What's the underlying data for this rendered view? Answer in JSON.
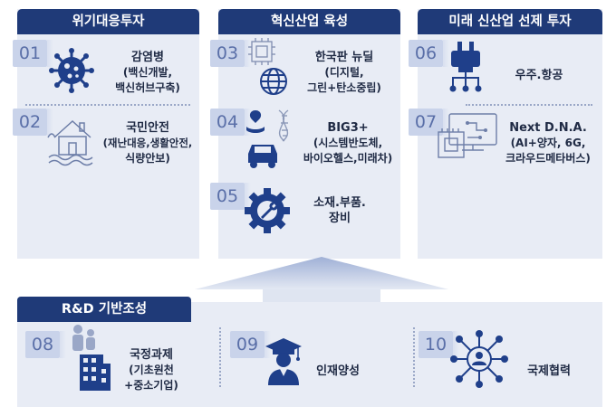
{
  "columns": [
    {
      "title": "위기대응투자",
      "items": [
        {
          "num": "01",
          "icon": "virus-icon",
          "lines": [
            "감염병",
            "(백신개발,",
            "백신허브구축)"
          ]
        },
        {
          "num": "02",
          "icon": "house-flood-icon",
          "lines": [
            "국민안전",
            "(재난대응,생활안전,",
            "식량안보)"
          ]
        }
      ]
    },
    {
      "title": "혁신산업 육성",
      "items": [
        {
          "num": "03",
          "icon": "chip-globe-icon",
          "lines": [
            "한국판 뉴딜",
            "(디지털,",
            "그린+탄소중립)"
          ]
        },
        {
          "num": "04",
          "icon": "dna-car-icon",
          "lines": [
            "BIG3+",
            "(시스템반도체,",
            "바이오헬스,미래차)"
          ]
        },
        {
          "num": "05",
          "icon": "gear-wrench-icon",
          "lines": [
            "소재.부품.",
            "장비"
          ]
        }
      ]
    },
    {
      "title": "미래 신산업 선제 투자",
      "items": [
        {
          "num": "06",
          "icon": "rocket-icon",
          "lines": [
            "우주.항공"
          ]
        },
        {
          "num": "07",
          "icon": "circuit-board-icon",
          "lines": [
            "Next D.N.A.",
            "(AI+양자, 6G,",
            "크라우드메타버스)"
          ]
        }
      ]
    }
  ],
  "bottom": {
    "title": "R&D 기반조성",
    "items": [
      {
        "num": "08",
        "icon": "building-people-icon",
        "lines": [
          "국정과제",
          "(기초원천",
          "+중소기업)"
        ]
      },
      {
        "num": "09",
        "icon": "graduate-icon",
        "lines": [
          "인재양성"
        ]
      },
      {
        "num": "10",
        "icon": "network-icon",
        "lines": [
          "국제협력"
        ]
      }
    ]
  },
  "colors": {
    "header": "#1f3a78",
    "panel": "#e8ecf5",
    "icon": "#1f3f8a",
    "num_bg": "#c9d3ea",
    "num_text": "#5a6fa8"
  }
}
